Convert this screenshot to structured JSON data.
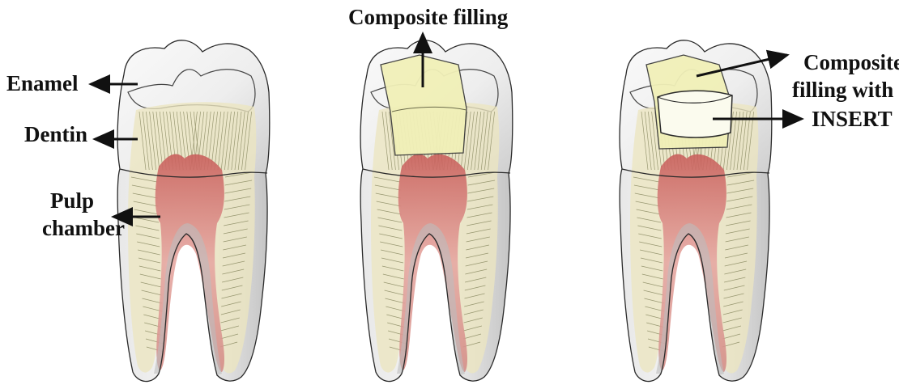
{
  "figure": {
    "labels": {
      "enamel": "Enamel",
      "dentin": "Dentin",
      "pulp_line1": "Pulp",
      "pulp_line2": "chamber",
      "composite_filling": "Composite filling",
      "composite_insert_line1": "Composite",
      "composite_insert_line2": "filling with",
      "composite_insert_line3": "INSERT"
    },
    "colors": {
      "enamel": "#f0f0f0",
      "dentin": "#ece6c0",
      "pulp": "#d98a86",
      "pulp_light": "#f0c8c2",
      "root_shadow": "#c8c8c8",
      "filling": "#f1f0b8",
      "insert": "#fbfbee",
      "line": "#2a2a2a",
      "label": "#111111"
    }
  }
}
